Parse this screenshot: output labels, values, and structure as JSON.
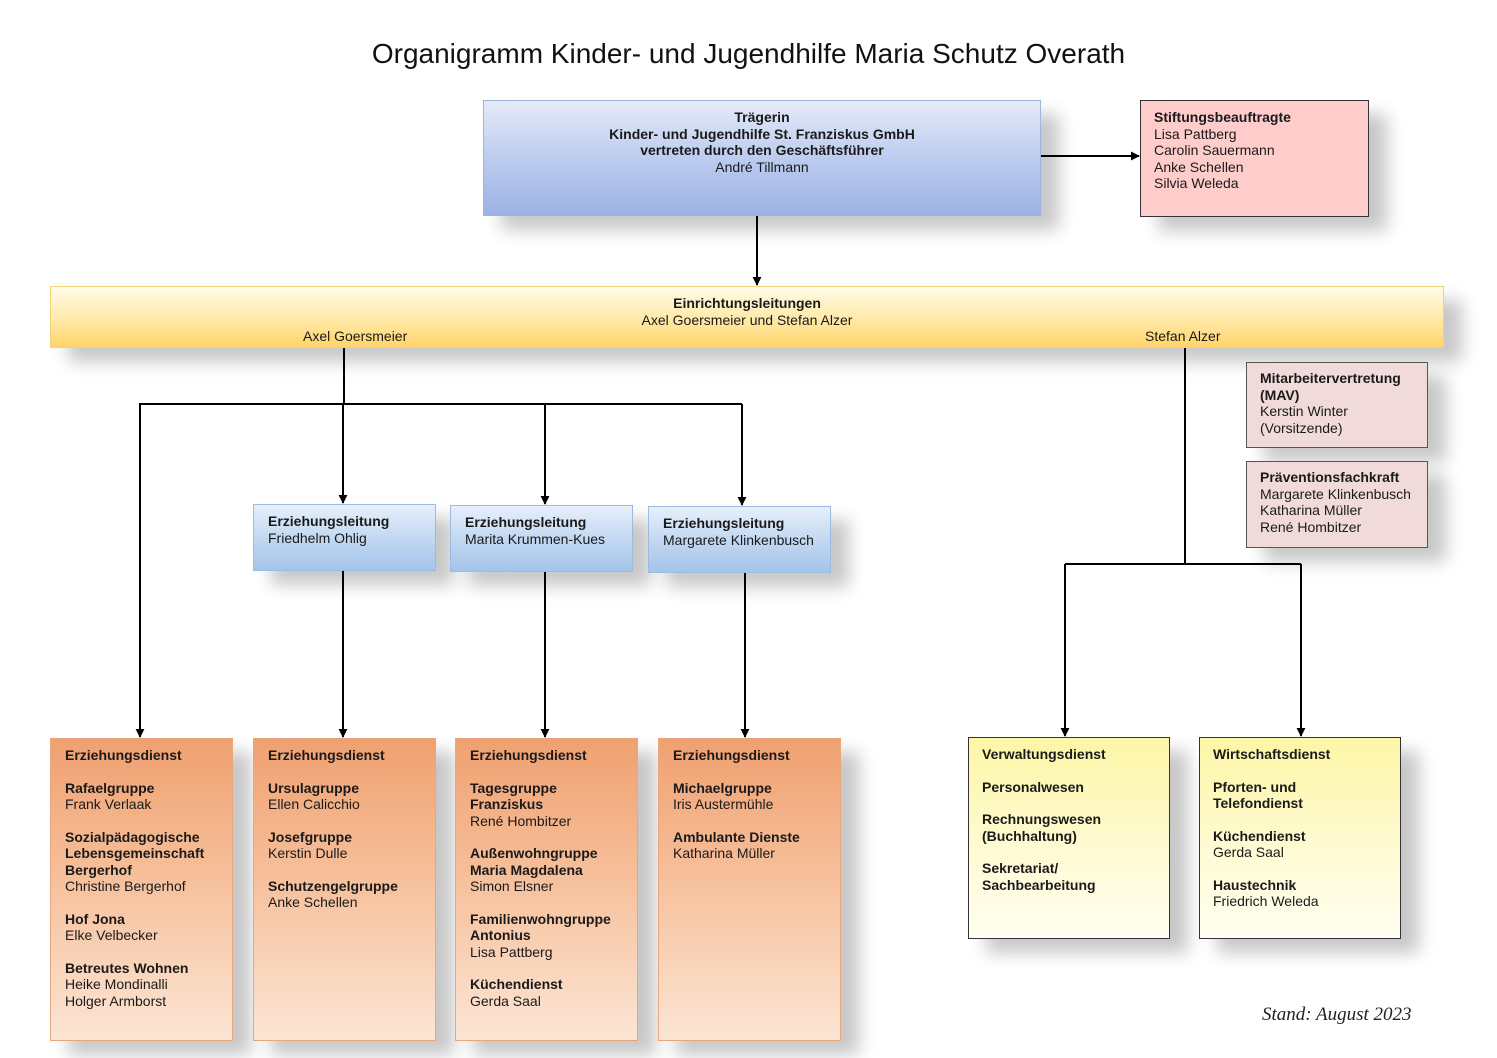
{
  "title": "Organigramm Kinder- und Jugendhilfe Maria Schutz Overath",
  "traegerin": {
    "heading": "Trägerin",
    "org": "Kinder- und Jugendhilfe St. Franziskus GmbH",
    "represented": "vertreten durch den Geschäftsführer",
    "name": "André Tillmann"
  },
  "stiftung": {
    "heading": "Stiftungsbeauftragte",
    "names": [
      "Lisa Pattberg",
      "Carolin Sauermann",
      "Anke Schellen",
      "Silvia Weleda"
    ]
  },
  "einrichtung": {
    "heading": "Einrichtungsleitungen",
    "names": "Axel Goersmeier und Stefan Alzer",
    "left": "Axel Goersmeier",
    "right": "Stefan Alzer"
  },
  "mav": {
    "heading1": "Mitarbeitervertretung",
    "heading2": "(MAV)",
    "name": "Kerstin Winter",
    "role": "(Vorsitzende)"
  },
  "praevention": {
    "heading": "Präventionsfachkraft",
    "names": [
      "Margarete Klinkenbusch",
      "Katharina Müller",
      "René Hombitzer"
    ]
  },
  "erziehungsleitungen": [
    {
      "heading": "Erziehungsleitung",
      "name": "Friedhelm Ohlig"
    },
    {
      "heading": "Erziehungsleitung",
      "name": "Marita Krummen-Kues"
    },
    {
      "heading": "Erziehungsleitung",
      "name": "Margarete Klinkenbusch"
    }
  ],
  "erziehungsdienste": [
    {
      "heading": "Erziehungsdienst",
      "groups": [
        {
          "title": [
            "Rafaelgruppe"
          ],
          "people": [
            "Frank Verlaak"
          ]
        },
        {
          "title": [
            "Sozialpädagogische",
            "Lebensgemeinschaft",
            "Bergerhof"
          ],
          "people": [
            "Christine Bergerhof"
          ]
        },
        {
          "title": [
            "Hof Jona"
          ],
          "people": [
            "Elke Velbecker"
          ]
        },
        {
          "title": [
            "Betreutes Wohnen"
          ],
          "people": [
            "Heike Mondinalli",
            "Holger Armborst"
          ]
        }
      ]
    },
    {
      "heading": "Erziehungsdienst",
      "groups": [
        {
          "title": [
            "Ursulagruppe"
          ],
          "people": [
            "Ellen Calicchio"
          ]
        },
        {
          "title": [
            "Josefgruppe"
          ],
          "people": [
            "Kerstin Dulle"
          ]
        },
        {
          "title": [
            "Schutzengelgruppe"
          ],
          "people": [
            "Anke Schellen"
          ]
        }
      ]
    },
    {
      "heading": "Erziehungsdienst",
      "groups": [
        {
          "title": [
            "Tagesgruppe",
            "Franziskus"
          ],
          "people": [
            "René Hombitzer"
          ]
        },
        {
          "title": [
            "Außenwohngruppe",
            "Maria Magdalena"
          ],
          "people": [
            "Simon Elsner"
          ]
        },
        {
          "title": [
            "Familienwohngruppe",
            "Antonius"
          ],
          "people": [
            "Lisa Pattberg"
          ]
        },
        {
          "title": [
            "Küchendienst"
          ],
          "people": [
            "Gerda Saal"
          ]
        }
      ]
    },
    {
      "heading": "Erziehungsdienst",
      "groups": [
        {
          "title": [
            "Michaelgruppe"
          ],
          "people": [
            "Iris Austermühle"
          ]
        },
        {
          "title": [
            "Ambulante Dienste"
          ],
          "people": [
            "Katharina Müller"
          ]
        }
      ]
    }
  ],
  "verwaltung": {
    "heading": "Verwaltungsdienst",
    "groups": [
      {
        "title": [
          "Personalwesen"
        ],
        "people": []
      },
      {
        "title": [
          "Rechnungswesen",
          "(Buchhaltung)"
        ],
        "people": []
      },
      {
        "title": [
          "Sekretariat/",
          "Sachbearbeitung"
        ],
        "people": []
      }
    ]
  },
  "wirtschaft": {
    "heading": "Wirtschaftsdienst",
    "groups": [
      {
        "title": [
          "Pforten- und",
          "Telefondienst"
        ],
        "people": []
      },
      {
        "title": [
          "Küchendienst"
        ],
        "people": [
          "Gerda Saal"
        ]
      },
      {
        "title": [
          "Haustechnik"
        ],
        "people": [
          "Friedrich Weleda"
        ]
      }
    ]
  },
  "stand": "Stand: August 2023"
}
